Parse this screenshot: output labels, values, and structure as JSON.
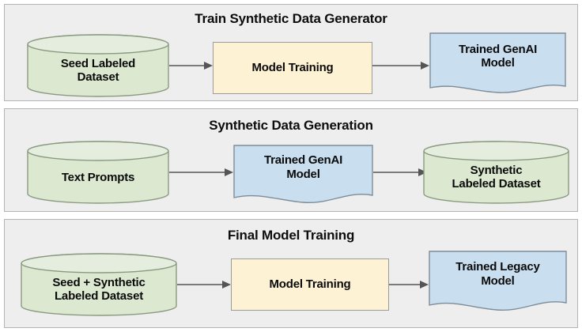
{
  "diagram": {
    "title_semantic": "synthetic-data-pipeline",
    "colors": {
      "panel_bg": "#eeeeee",
      "panel_border": "#b4b4b4",
      "cylinder_fill": "#dce8d0",
      "cylinder_border": "#8a9a80",
      "process_fill": "#fdf2d4",
      "process_border": "#9b9b9b",
      "document_fill": "#c9deef",
      "document_border": "#7d8c99",
      "arrow_color": "#555555",
      "text_color": "#0b0b0b"
    },
    "panels": [
      {
        "id": "train-synthetic-data-generator",
        "title": "Train Synthetic Data Generator",
        "nodes": [
          {
            "id": "seed-labeled-dataset",
            "shape": "cylinder",
            "label": "Seed Labeled\nDataset",
            "lines": [
              "Seed Labeled",
              "Dataset"
            ]
          },
          {
            "id": "model-training",
            "shape": "process",
            "label": "Model Training",
            "lines": [
              "Model Training"
            ]
          },
          {
            "id": "trained-genai-model",
            "shape": "document",
            "label": "Trained GenAI\nModel",
            "lines": [
              "Trained GenAI",
              "Model"
            ]
          }
        ],
        "arrows": [
          {
            "id": "arrow-seed-to-training",
            "from": "seed-labeled-dataset",
            "to": "model-training"
          },
          {
            "id": "arrow-training-to-genai",
            "from": "model-training",
            "to": "trained-genai-model"
          }
        ]
      },
      {
        "id": "synthetic-data-generation",
        "title": "Synthetic Data Generation",
        "nodes": [
          {
            "id": "text-prompts",
            "shape": "cylinder",
            "label": "Text Prompts",
            "lines": [
              "Text Prompts"
            ]
          },
          {
            "id": "trained-genai-model-2",
            "shape": "document",
            "label": "Trained GenAI\nModel",
            "lines": [
              "Trained GenAI",
              "Model"
            ]
          },
          {
            "id": "synthetic-labeled-dataset",
            "shape": "cylinder",
            "label": "Synthetic\nLabeled Dataset",
            "lines": [
              "Synthetic",
              "Labeled Dataset"
            ]
          }
        ],
        "arrows": [
          {
            "id": "arrow-prompts-to-genai",
            "from": "text-prompts",
            "to": "trained-genai-model-2"
          },
          {
            "id": "arrow-genai-to-synthetic",
            "from": "trained-genai-model-2",
            "to": "synthetic-labeled-dataset"
          }
        ]
      },
      {
        "id": "final-model-training",
        "title": "Final Model Training",
        "nodes": [
          {
            "id": "seed-plus-synthetic-dataset",
            "shape": "cylinder",
            "label": "Seed + Synthetic\nLabeled Dataset",
            "lines": [
              "Seed + Synthetic",
              "Labeled Dataset"
            ]
          },
          {
            "id": "model-training-2",
            "shape": "process",
            "label": "Model Training",
            "lines": [
              "Model Training"
            ]
          },
          {
            "id": "trained-legacy-model",
            "shape": "document",
            "label": "Trained Legacy\nModel",
            "lines": [
              "Trained Legacy",
              "Model"
            ]
          }
        ],
        "arrows": [
          {
            "id": "arrow-dataset-to-training",
            "from": "seed-plus-synthetic-dataset",
            "to": "model-training-2"
          },
          {
            "id": "arrow-training-to-legacy",
            "from": "model-training-2",
            "to": "trained-legacy-model"
          }
        ]
      }
    ]
  }
}
